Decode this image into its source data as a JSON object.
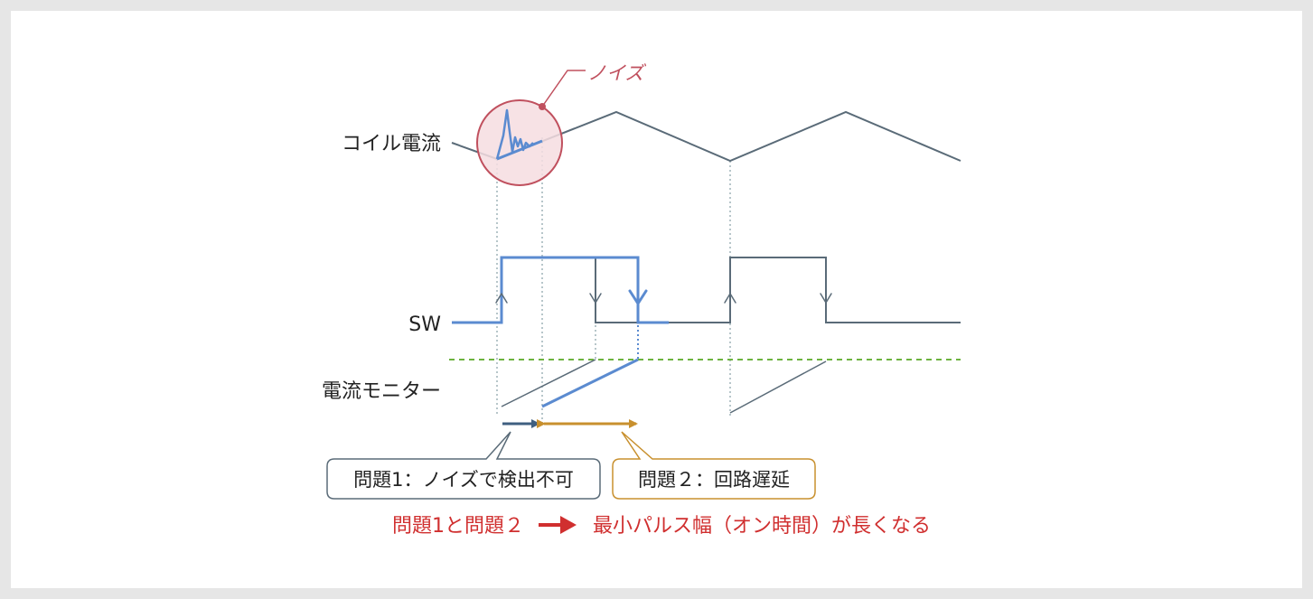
{
  "labels": {
    "coil_current": "コイル電流",
    "noise": "ノイズ",
    "sw": "SW",
    "current_monitor": "電流モニター"
  },
  "callouts": {
    "problem1": "問題1：ノイズで検出不可",
    "problem2": "問題２：回路遅延"
  },
  "conclusion": {
    "left": "問題1と問題２",
    "right": "最小パルス幅（オン時間）が長くなる"
  },
  "colors": {
    "waveform": "#5a6b78",
    "highlight": "#5b8bd0",
    "noise_circle": "#c0505e",
    "noise_fill": "#f6dde0",
    "threshold": "#6db33f",
    "problem1_arrow": "#3f5f80",
    "problem2_arrow": "#c8902e",
    "conclusion_text": "#d02f2f",
    "guide": "#9fb3b8"
  }
}
